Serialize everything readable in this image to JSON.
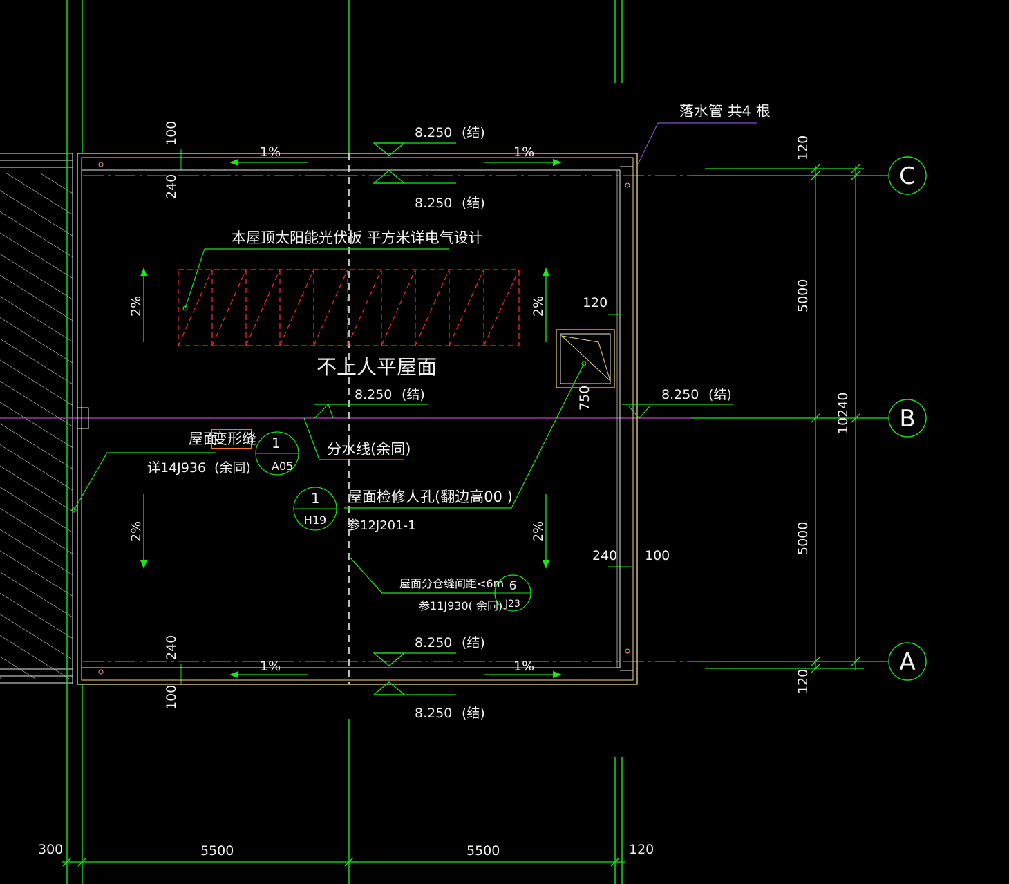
{
  "notes": {
    "downpipe": "落水管 共4 根",
    "solar": "本屋顶太阳能光伏板 平方米详电气设计",
    "roof_type": "不上人平屋面",
    "expansion_prefix": "屋面",
    "expansion_joint": "变形缝",
    "expansion_ref": "详14J936",
    "same_as": "(余同)",
    "ridge_line": "分水线(余同)",
    "hatch_line1": "屋面检修人孔(翻边高00 )",
    "hatch_line2": "参12J201-1",
    "partition_line1": "屋面分仓缝间距<6m",
    "partition_line2": "参11J930( 余同)"
  },
  "elevations": {
    "value": "8.250",
    "suffix": "(结)"
  },
  "slopes": {
    "one_pct": "1%",
    "two_pct": "2%"
  },
  "detail_marks": [
    {
      "top": "1",
      "bottom": "A05"
    },
    {
      "top": "1",
      "bottom": "H19"
    },
    {
      "top": "6",
      "bottom": "J23"
    }
  ],
  "axes": {
    "c": "C",
    "b": "B",
    "a": "A"
  },
  "dimensions": {
    "d100": "100",
    "d240": "240",
    "d120": "120",
    "d5000": "5000",
    "d10240": "10240",
    "d750": "750",
    "d300": "300",
    "d5500": "5500"
  },
  "colors": {
    "background": "#000000",
    "grid_green": "#19e619",
    "wall_yellow": "#f0d48a",
    "solar_red": "#ff2a2a",
    "highlight_orange": "#ff7a1a",
    "axis_magenta": "#c040c0"
  }
}
